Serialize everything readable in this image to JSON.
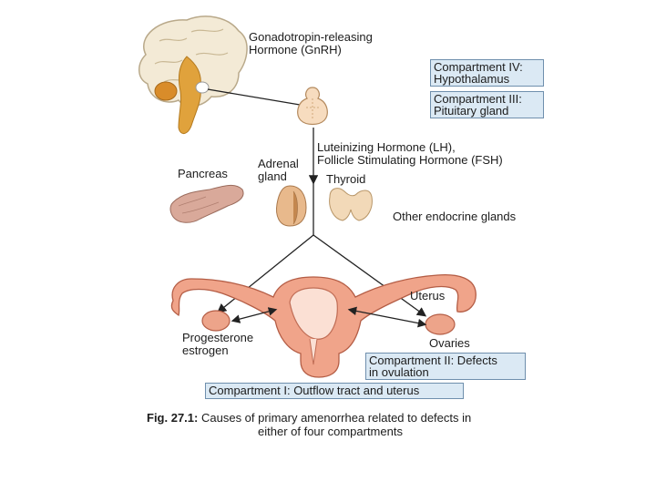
{
  "labels": {
    "gnrh_line1": "Gonadotropin-releasing",
    "gnrh_line2": "Hormone (GnRH)",
    "lh_line1": "Luteinizing Hormone (LH),",
    "lh_line2": "Follicle Stimulating Hormone (FSH)",
    "pancreas": "Pancreas",
    "adrenal_line1": "Adrenal",
    "adrenal_line2": "gland",
    "thyroid": "Thyroid",
    "other_glands": "Other endocrine glands",
    "uterus": "Uterus",
    "progesterone_line1": "Progesterone",
    "progesterone_line2": "estrogen",
    "ovaries": "Ovaries"
  },
  "compartments": {
    "iv_line1": "Compartment IV:",
    "iv_line2": "Hypothalamus",
    "iii_line1": "Compartment III:",
    "iii_line2": "Pituitary gland",
    "ii_line1": "Compartment II: Defects",
    "ii_line2": "in ovulation",
    "i_line1": "Compartment I: Outflow tract and uterus"
  },
  "caption": {
    "fig_label": "Fig. 27.1:",
    "line1": "Causes of primary amenorrhea related to defects in",
    "line2": "either of four compartments"
  },
  "colors": {
    "box_fill": "#dbe9f4",
    "box_border": "#6f8fad",
    "brain": "#f3ead6",
    "brain_stem": "#e0a23c",
    "pituitary": "#f7dcbf",
    "pancreas": "#d9a99a",
    "adrenal": "#e8b98c",
    "thyroid": "#f2d9b8",
    "uterus": "#f0a48a",
    "uterus_dark": "#d9785f",
    "ovary": "#eda48a",
    "line": "#222222"
  }
}
